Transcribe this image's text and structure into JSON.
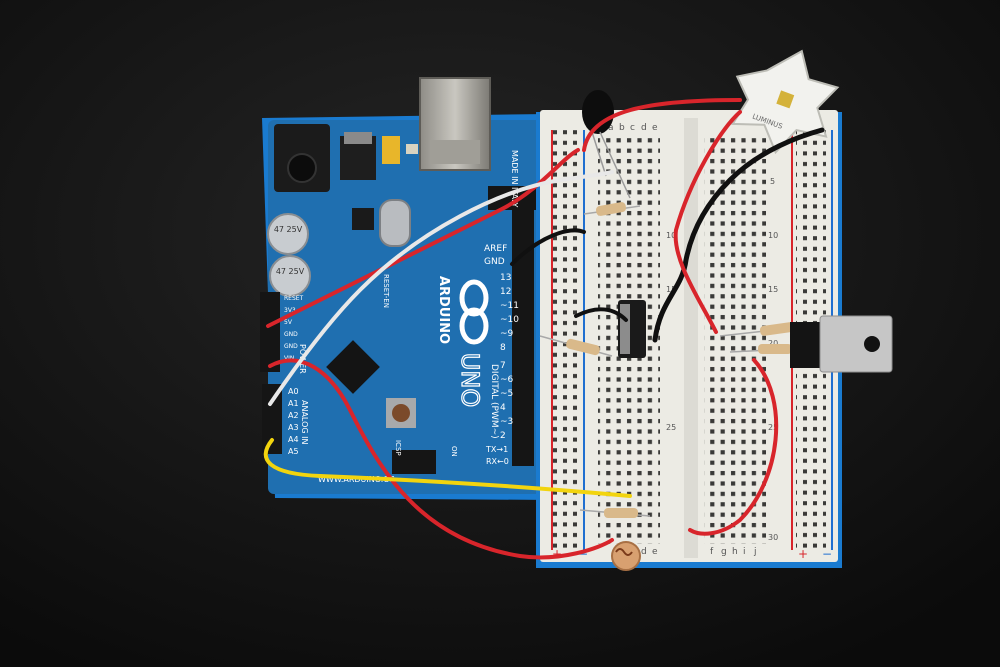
{
  "arduino": {
    "brand": "ARDUINO",
    "model": "UNO",
    "made_in": "MADE IN ITALY",
    "website": "WWW.ARDUINO.CC",
    "aref": "AREF",
    "gnd": "GND",
    "reset_en": "RESET-EN",
    "digital_label": "DIGITAL (PWM~)",
    "power_label": "POWER",
    "analog_label": "ANALOG IN",
    "icsp": "ICSP",
    "on": "ON",
    "tx": "TX",
    "rx": "RX",
    "cap_label": "47 25V",
    "digital_pins": [
      "13",
      "12",
      "~11",
      "~10",
      "~9",
      "8",
      "7",
      "~6",
      "~5",
      "4",
      "~3",
      "2",
      "TX→1",
      "RX←0"
    ],
    "power_pins": [
      "RESET",
      "3V3",
      "5V",
      "GND",
      "GND",
      "VIN"
    ],
    "analog_pins": [
      "A0",
      "A1",
      "A2",
      "A3",
      "A4",
      "A5"
    ]
  },
  "breadboard": {
    "col_letters_left": [
      "a",
      "b",
      "c",
      "d",
      "e"
    ],
    "col_letters_right": [
      "f",
      "g",
      "h",
      "i",
      "j"
    ],
    "row_numbers": [
      "1",
      "5",
      "10",
      "15",
      "20",
      "25",
      "30"
    ],
    "plus": "+",
    "minus": "−"
  },
  "led_board": {
    "label": "LUMINUS"
  },
  "colors": {
    "background": "#121212",
    "arduino_blue": "#1f6fb0",
    "breadboard": "#ecebe4",
    "wire_red": "#d8252b",
    "wire_white": "#e8e8e8",
    "wire_yellow": "#f2d40e",
    "wire_black": "#101010"
  }
}
